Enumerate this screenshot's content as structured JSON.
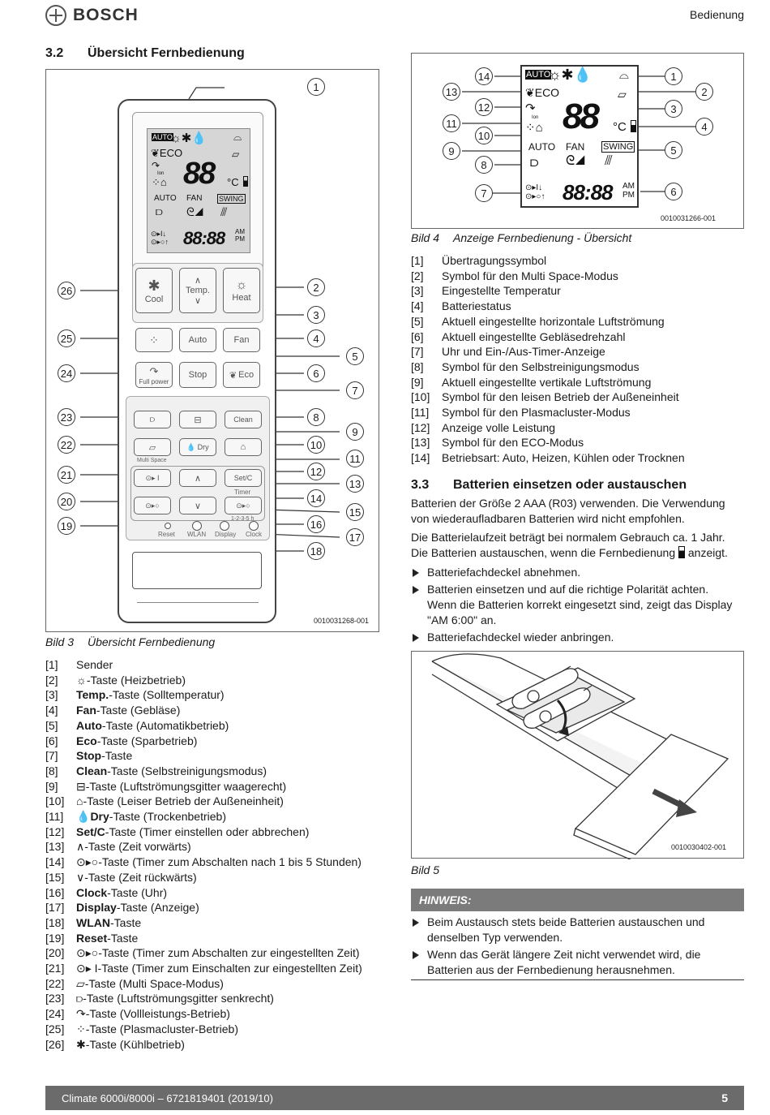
{
  "header": {
    "brand": "BOSCH",
    "section": "Bedienung"
  },
  "sec32": {
    "num": "3.2",
    "title": "Übersicht Fernbedienung"
  },
  "fig3": {
    "code": "0010031268-001",
    "num": "Bild 3",
    "caption": "Übersicht Fernbedienung"
  },
  "fig4": {
    "code": "0010031266-001",
    "num": "Bild 4",
    "caption": "Anzeige Fernbedienung - Übersicht"
  },
  "remote": {
    "buttons": {
      "cool": "Cool",
      "temp": "Temp.",
      "heat": "Heat",
      "auto": "Auto",
      "fan": "Fan",
      "full_power": "Full power",
      "stop": "Stop",
      "eco": "Eco",
      "clean": "Clean",
      "dry": "Dry",
      "setc": "Set/C",
      "timer": "Timer",
      "multi_space": "Multi Space",
      "reset": "Reset",
      "wlan": "WLAN",
      "display": "Display",
      "clock": "Clock",
      "hours": "1-2-3-5 h"
    },
    "lcd": {
      "mode": "AUTO",
      "eco": "ECO",
      "temp": "88",
      "unit": "°C",
      "auto": "AUTO",
      "fan": "FAN",
      "swing": "SWING",
      "time": "88:88",
      "am": "AM",
      "pm": "PM",
      "ion": "Ion"
    }
  },
  "callouts3": [
    "1",
    "2",
    "3",
    "4",
    "5",
    "6",
    "7",
    "8",
    "9",
    "10",
    "11",
    "12",
    "13",
    "14",
    "15",
    "16",
    "17",
    "18",
    "19",
    "20",
    "21",
    "22",
    "23",
    "24",
    "25",
    "26"
  ],
  "callouts4": [
    "1",
    "2",
    "3",
    "4",
    "5",
    "6",
    "7",
    "8",
    "9",
    "10",
    "11",
    "12",
    "13",
    "14"
  ],
  "legend3": [
    {
      "n": "[1]",
      "b": "",
      "t": "Sender"
    },
    {
      "n": "[2]",
      "b": "",
      "t": "☼-Taste (Heizbetrieb)"
    },
    {
      "n": "[3]",
      "b": "Temp.",
      "t": "-Taste (Solltemperatur)"
    },
    {
      "n": "[4]",
      "b": "Fan",
      "t": "-Taste (Gebläse)"
    },
    {
      "n": "[5]",
      "b": "Auto",
      "t": "-Taste (Automatikbetrieb)"
    },
    {
      "n": "[6]",
      "b": "Eco",
      "t": "-Taste (Sparbetrieb)"
    },
    {
      "n": "[7]",
      "b": "Stop",
      "t": "-Taste"
    },
    {
      "n": "[8]",
      "b": "Clean",
      "t": "-Taste (Selbstreinigungsmodus)"
    },
    {
      "n": "[9]",
      "b": "",
      "t": "⊟-Taste (Luftströmungsgitter waagerecht)"
    },
    {
      "n": "[10]",
      "b": "",
      "t": "⌂-Taste (Leiser Betrieb der Außeneinheit)"
    },
    {
      "n": "[11]",
      "b": "Dry",
      "t": "-Taste (Trockenbetrieb)",
      "pre": "💧 "
    },
    {
      "n": "[12]",
      "b": "Set/C",
      "t": "-Taste (Timer einstellen oder abbrechen)"
    },
    {
      "n": "[13]",
      "b": "",
      "t": "∧-Taste (Zeit vorwärts)"
    },
    {
      "n": "[14]",
      "b": "",
      "t": "⊙▸○-Taste (Timer zum Abschalten nach 1 bis 5 Stunden)"
    },
    {
      "n": "[15]",
      "b": "",
      "t": "∨-Taste (Zeit rückwärts)"
    },
    {
      "n": "[16]",
      "b": "Clock",
      "t": "-Taste (Uhr)"
    },
    {
      "n": "[17]",
      "b": "Display",
      "t": "-Taste (Anzeige)"
    },
    {
      "n": "[18]",
      "b": "WLAN",
      "t": "-Taste"
    },
    {
      "n": "[19]",
      "b": "Reset",
      "t": "-Taste"
    },
    {
      "n": "[20]",
      "b": "",
      "t": "⊙▸○-Taste (Timer zum Abschalten zur eingestellten Zeit)"
    },
    {
      "n": "[21]",
      "b": "",
      "t": "⊙▸ I-Taste (Timer zum Einschalten zur eingestellten Zeit)"
    },
    {
      "n": "[22]",
      "b": "",
      "t": "▱-Taste (Multi Space-Modus)"
    },
    {
      "n": "[23]",
      "b": "",
      "t": "⫐-Taste (Luftströmungsgitter senkrecht)"
    },
    {
      "n": "[24]",
      "b": "",
      "t": "↷-Taste (Vollleistungs-Betrieb)"
    },
    {
      "n": "[25]",
      "b": "",
      "t": "⁘-Taste (Plasmacluster-Betrieb)"
    },
    {
      "n": "[26]",
      "b": "",
      "t": "✱-Taste (Kühlbetrieb)"
    }
  ],
  "legend4": [
    {
      "n": "[1]",
      "t": "Übertragungssymbol"
    },
    {
      "n": "[2]",
      "t": "Symbol für den Multi Space-Modus"
    },
    {
      "n": "[3]",
      "t": "Eingestellte Temperatur"
    },
    {
      "n": "[4]",
      "t": "Batteriestatus"
    },
    {
      "n": "[5]",
      "t": "Aktuell eingestellte horizontale Luftströmung"
    },
    {
      "n": "[6]",
      "t": "Aktuell eingestellte Gebläsedrehzahl"
    },
    {
      "n": "[7]",
      "t": "Uhr und Ein-/Aus-Timer-Anzeige"
    },
    {
      "n": "[8]",
      "t": "Symbol für den Selbstreinigungsmodus"
    },
    {
      "n": "[9]",
      "t": "Aktuell eingestellte vertikale Luftströmung"
    },
    {
      "n": "[10]",
      "t": "Symbol für den leisen Betrieb der Außeneinheit"
    },
    {
      "n": "[11]",
      "t": "Symbol für den Plasmacluster-Modus"
    },
    {
      "n": "[12]",
      "t": "Anzeige volle Leistung"
    },
    {
      "n": "[13]",
      "t": "Symbol für den ECO-Modus"
    },
    {
      "n": "[14]",
      "t": "Betriebsart: Auto, Heizen, Kühlen oder Trocknen"
    }
  ],
  "sec33": {
    "num": "3.3",
    "title": "Batterien einsetzen oder austauschen",
    "p1": "Batterien der Größe 2 AAA (R03) verwenden. Die Verwendung von wiederaufladbaren Batterien wird nicht empfohlen.",
    "p2a": "Die Batterielaufzeit beträgt bei normalem Gebrauch ca. 1 Jahr. Die Batterien austauschen, wenn die Fernbedienung",
    "p2b": "anzeigt.",
    "steps": [
      "Batteriefachdeckel abnehmen.",
      "Batterien einsetzen und auf die richtige Polarität achten.",
      "Batteriefachdeckel wieder anbringen."
    ],
    "step2_extra": "Wenn die Batterien korrekt eingesetzt sind, zeigt das Display \"AM 6:00\" an."
  },
  "fig5": {
    "code": "0010030402-001",
    "num": "Bild 5"
  },
  "note": {
    "title": "HINWEIS:",
    "items": [
      "Beim Austausch stets beide Batterien austauschen und denselben Typ verwenden.",
      "Wenn das Gerät längere Zeit nicht verwendet wird, die Batterien aus der Fernbedienung herausnehmen."
    ]
  },
  "footer": {
    "left": "Climate 6000i/8000i – 6721819401 (2019/10)",
    "page": "5"
  }
}
